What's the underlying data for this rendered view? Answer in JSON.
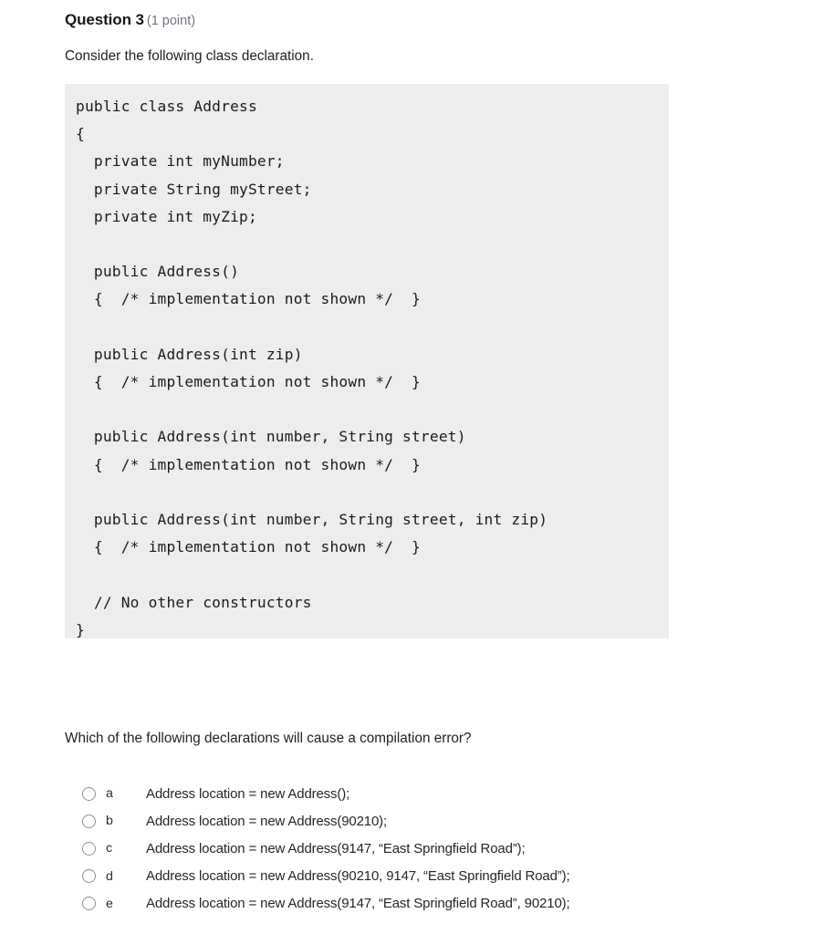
{
  "question": {
    "title": "Question 3",
    "points": "(1 point)",
    "prompt_top": "Consider the following class declaration.",
    "prompt_bottom": "Which of the following declarations will cause a compilation error?"
  },
  "code": {
    "language": "java",
    "background_color": "#ededed",
    "text": "public class Address\n{\n  private int myNumber;\n  private String myStreet;\n  private int myZip;\n\n  public Address()\n  {  /* implementation not shown */  }\n\n  public Address(int zip)\n  {  /* implementation not shown */  }\n\n  public Address(int number, String street)\n  {  /* implementation not shown */  }\n\n  public Address(int number, String street, int zip)\n  {  /* implementation not shown */  }\n\n  // No other constructors\n}"
  },
  "options": [
    {
      "letter": "a",
      "text": "Address location = new Address();",
      "selected": false,
      "icon": "radio-unchecked-icon"
    },
    {
      "letter": "b",
      "text": "Address location = new Address(90210);",
      "selected": false,
      "icon": "radio-unchecked-icon"
    },
    {
      "letter": "c",
      "text": "Address location = new Address(9147, “East Springfield Road”);",
      "selected": false,
      "icon": "radio-unchecked-icon"
    },
    {
      "letter": "d",
      "text": "Address location = new Address(90210, 9147, “East Springfield Road”);",
      "selected": false,
      "icon": "radio-unchecked-icon"
    },
    {
      "letter": "e",
      "text": "Address location = new Address(9147, “East Springfield Road”, 90210);",
      "selected": false,
      "icon": "radio-unchecked-icon"
    }
  ],
  "colors": {
    "page_background": "#ffffff",
    "code_background": "#ededed",
    "body_text": "#222222",
    "muted_text": "#6f7680",
    "radio_border": "#8b8f95"
  }
}
